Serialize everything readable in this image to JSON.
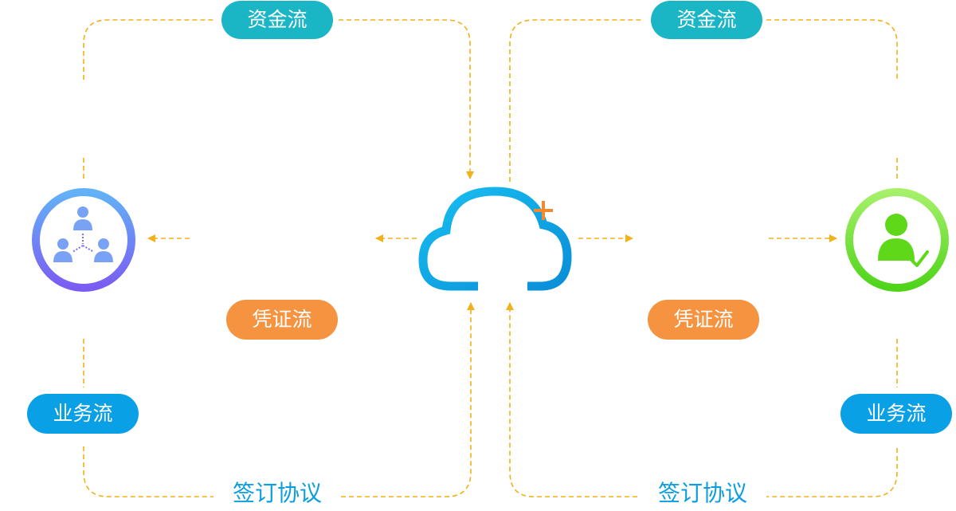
{
  "flows": {
    "fund": "资金流",
    "certificate": "凭证流",
    "business": "业务流",
    "agreement": "签订协议"
  },
  "colors": {
    "dash_line": "#f2b118",
    "fund_pill": "#1ab6c6",
    "certificate_pill": "#f59340",
    "business_pill": "#0aa0e6",
    "agreement_text": "#0a9ee0",
    "cloud": "#0aa8e8",
    "cloud_plus": "#f28a2e",
    "group_ring": "#6f7ff5",
    "user_ring": "#5fd81a"
  },
  "icons": {
    "left": "user-group-icon",
    "center": "cloud-plus-icon",
    "right": "verified-user-icon"
  }
}
